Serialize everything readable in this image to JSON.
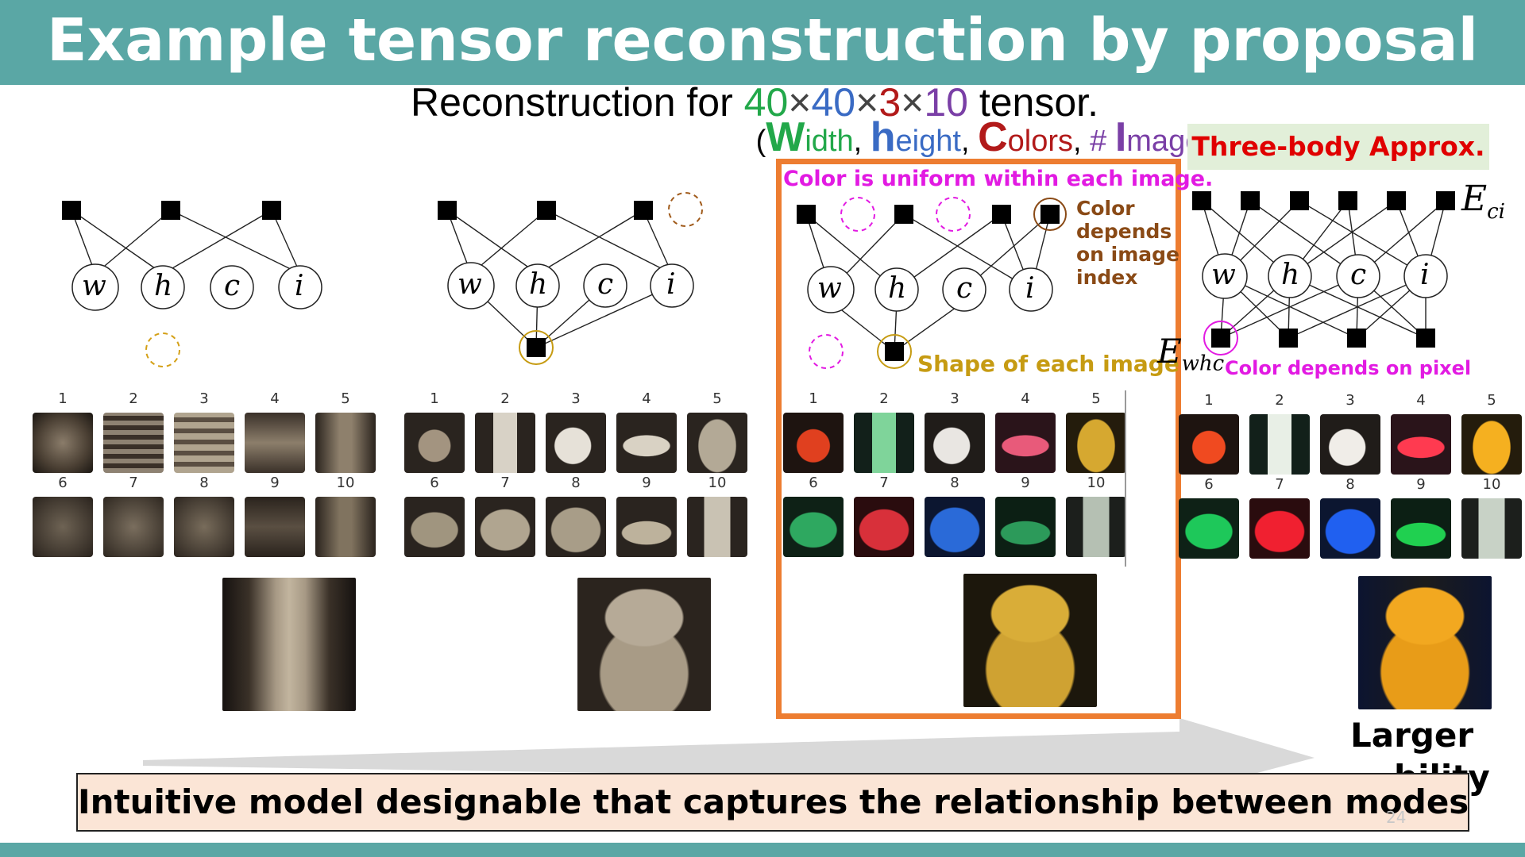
{
  "title": "Example tensor reconstruction by proposal",
  "subtitle": {
    "prefix": "Reconstruction for ",
    "n_width": "40",
    "times": "×",
    "n_height": "40",
    "n_colors": "3",
    "n_images": "10",
    "suffix": " tensor."
  },
  "legend_line": {
    "open": "(",
    "w_big": "W",
    "w_rest": "idth",
    "sep": ", ",
    "h_big": "h",
    "h_rest": "eight",
    "c_big": "C",
    "c_rest": "olors",
    "i_prefix": "# ",
    "i_big": "I",
    "i_rest": "mages",
    "close": ")"
  },
  "colors": {
    "teal": "#5aa7a5",
    "width_green": "#22a84a",
    "height_blue": "#3a6bc4",
    "colors_red": "#b21a1a",
    "images_purple": "#7a3fa6",
    "highlight_orange": "#ed7d31",
    "annotation_magenta": "#e21ae2",
    "annotation_brown": "#8a4a16",
    "annotation_gold": "#c69b12"
  },
  "three_body_label": "Three-body Approx.",
  "annotations": {
    "uniform": "Color is uniform within each image.",
    "depends_index": [
      "Color",
      "depends",
      "on image",
      "index"
    ],
    "shape": "Shape of each image",
    "depends_pixel": "Color depends on pixel",
    "e_ci": "E",
    "e_ci_sub": "ci",
    "e_whc": "E",
    "e_whc_sub": "whc"
  },
  "node_labels": [
    "w",
    "h",
    "c",
    "i"
  ],
  "image_numbers": [
    "1",
    "2",
    "3",
    "4",
    "5",
    "6",
    "7",
    "8",
    "9",
    "10"
  ],
  "larger_text": [
    "Larger",
    "bility"
  ],
  "bottom_banner": "Intuitive model designable that captures the relationship between modes",
  "page_number": "24"
}
